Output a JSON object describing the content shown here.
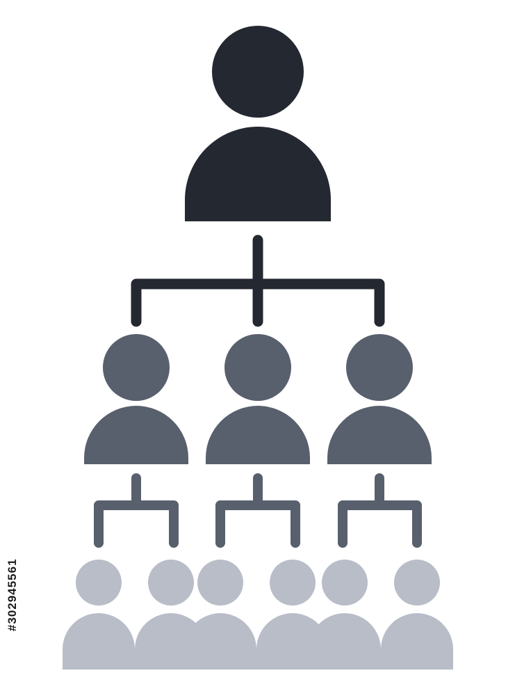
{
  "stock_id": "#302945561",
  "colors": {
    "background": "#ffffff",
    "level_1": "#232831",
    "level_2": "#585f6d",
    "level_3": "#b8bdc8"
  },
  "hierarchy": {
    "levels": [
      {
        "level": 1,
        "people": 1,
        "color": "level_1"
      },
      {
        "level": 2,
        "people": 3,
        "color": "level_2"
      },
      {
        "level": 3,
        "people": 6,
        "color": "level_3"
      }
    ]
  }
}
